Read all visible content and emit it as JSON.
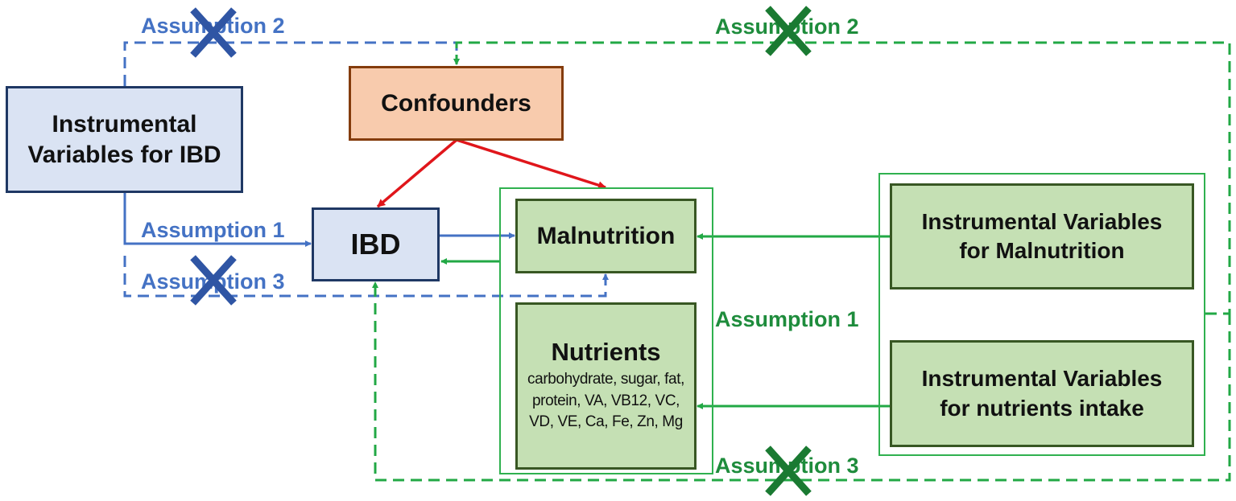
{
  "nodes": {
    "iv_ibd": "Instrumental Variables for IBD",
    "confounders": "Confounders",
    "ibd": "IBD",
    "malnutrition": "Malnutrition",
    "nutrients_title": "Nutrients",
    "nutrients_list": "carbohydrate, sugar, fat, protein, VA, VB12, VC, VD, VE, Ca, Fe, Zn, Mg",
    "iv_malnutrition": "Instrumental Variables for Malnutrition",
    "iv_nutrients": "Instrumental Variables for nutrients intake"
  },
  "labels": {
    "assumption1_ibd": "Assumption 1",
    "assumption2_ibd": "Assumption 2",
    "assumption3_ibd": "Assumption 3",
    "assumption1_nutrition": "Assumption 1",
    "assumption2_nutrition": "Assumption 2",
    "assumption3_nutrition": "Assumption 3"
  },
  "colors": {
    "blue": "#4472c4",
    "green": "#2fb14f",
    "red": "#e0161b"
  }
}
